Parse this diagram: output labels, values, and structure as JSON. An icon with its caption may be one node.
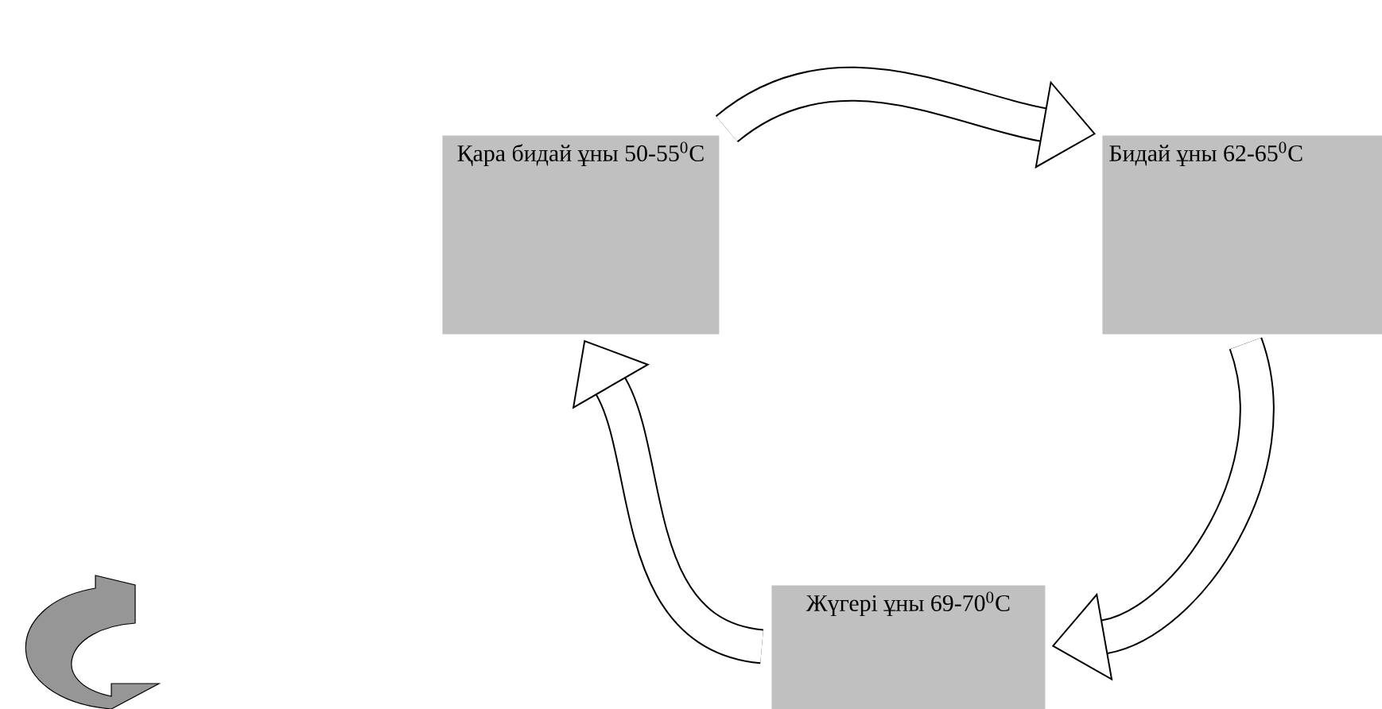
{
  "diagram": {
    "nodes": [
      {
        "text": [
          "Қара бидай ұны 50-55$^{0}$C"
        ]
      },
      {
        "text": [
          "Бидай ұны 62-65$^{0}$C"
        ]
      },
      {
        "text": [
          "Жүгері ұны 69-70$^{0}$C"
        ]
      }
    ],
    "edges": [
      {
        "from": 0,
        "to": 1,
        "arrow": "to"
      },
      {
        "from": 1,
        "to": 2,
        "arrow": "to"
      },
      {
        "from": 2,
        "to": 0,
        "arrow": "to"
      }
    ]
  }
}
